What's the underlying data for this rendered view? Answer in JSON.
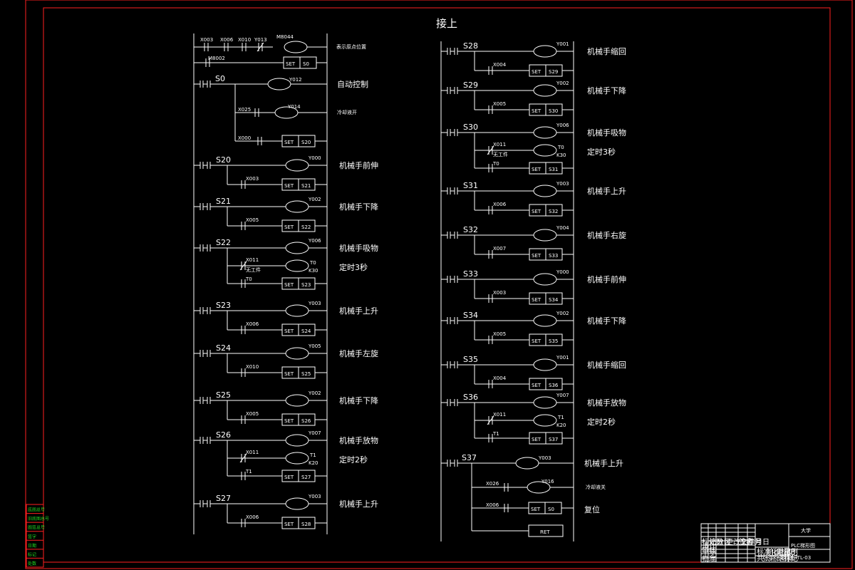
{
  "title": "接上",
  "colors": {
    "background": "#000000",
    "frame": "#ff2020",
    "lines": "#ffffff",
    "text": "#ffffff",
    "side_table": "#22dd22"
  },
  "left": {
    "init": {
      "contacts": [
        "X003",
        "X006",
        "X010",
        "Y013"
      ],
      "m8044": "M8044",
      "m8002": "M8002",
      "set_label": "SET",
      "set_target": "S0",
      "comment": "表示原点位置"
    },
    "rungs": [
      {
        "step": "S0",
        "coil": "Y012",
        "comment": "自动控制",
        "b1_contact": "X025",
        "b1_coil": "Y014",
        "b1_comment": "冷却液开",
        "b2_contact": "X000",
        "b2_target": "S20"
      },
      {
        "step": "S20",
        "coil": "Y000",
        "contact": "X003",
        "target": "S21",
        "comment": "机械手前伸"
      },
      {
        "step": "S21",
        "coil": "Y002",
        "contact": "X005",
        "target": "S22",
        "comment": "机械手下降"
      },
      {
        "step": "S22",
        "coil": "Y006",
        "comment": "机械手吸物",
        "timer_contact": "X011",
        "timer_note": "无工件",
        "timer": "T0",
        "timer_k": "K30",
        "timer_comment": "定时3秒",
        "set_contact": "T0",
        "target": "S23"
      },
      {
        "step": "S23",
        "coil": "Y003",
        "contact": "X006",
        "target": "S24",
        "comment": "机械手上升"
      },
      {
        "step": "S24",
        "coil": "Y005",
        "contact": "X010",
        "target": "S25",
        "comment": "机械手左旋"
      },
      {
        "step": "S25",
        "coil": "Y002",
        "contact": "X005",
        "target": "S26",
        "comment": "机械手下降"
      },
      {
        "step": "S26",
        "coil": "Y007",
        "comment": "机械手放物",
        "timer_contact": "X011",
        "timer": "T1",
        "timer_k": "K20",
        "timer_comment": "定时2秒",
        "set_contact": "T1",
        "target": "S27"
      },
      {
        "step": "S27",
        "coil": "Y003",
        "contact": "X006",
        "target": "S28",
        "comment": "机械手上升"
      }
    ]
  },
  "right": {
    "rungs": [
      {
        "step": "S28",
        "coil": "Y001",
        "contact": "X004",
        "target": "S29",
        "comment": "机械手缩回"
      },
      {
        "step": "S29",
        "coil": "Y002",
        "contact": "X005",
        "target": "S30",
        "comment": "机械手下降"
      },
      {
        "step": "S30",
        "coil": "Y006",
        "comment": "机械手吸物",
        "timer_contact": "X011",
        "timer_note": "无工件",
        "timer": "T0",
        "timer_k": "K30",
        "timer_comment": "定时3秒",
        "set_contact": "T0",
        "target": "S31"
      },
      {
        "step": "S31",
        "coil": "Y003",
        "contact": "X006",
        "target": "S32",
        "comment": "机械手上升"
      },
      {
        "step": "S32",
        "coil": "Y004",
        "contact": "X007",
        "target": "S33",
        "comment": "机械手右旋"
      },
      {
        "step": "S33",
        "coil": "Y000",
        "contact": "X003",
        "target": "S34",
        "comment": "机械手前伸"
      },
      {
        "step": "S34",
        "coil": "Y002",
        "contact": "X005",
        "target": "S35",
        "comment": "机械手下降"
      },
      {
        "step": "S35",
        "coil": "Y001",
        "contact": "X004",
        "target": "S36",
        "comment": "机械手缩回"
      },
      {
        "step": "S36",
        "coil": "Y007",
        "comment": "机械手放物",
        "timer_contact": "X011",
        "timer": "T1",
        "timer_k": "K20",
        "timer_comment": "定时2秒",
        "set_contact": "T1",
        "target": "S37"
      },
      {
        "step": "S37",
        "coil": "Y003",
        "comment": "机械手上升",
        "b1_contact": "X026",
        "b1_coil": "Y016",
        "b1_comment": "冷却液关",
        "b2_contact": "X006",
        "b2_target": "S0",
        "b2_comment": "复位",
        "ret": "RET"
      }
    ]
  },
  "side_table": [
    "底图总号",
    "旧底图总号",
    "图签总号",
    "签字",
    "日期",
    "标记",
    "处数"
  ],
  "title_block": {
    "drawing_name": "PLC梯形图",
    "drawing_code": "PSTL-03",
    "org": "大学",
    "labels": [
      "标记",
      "处数",
      "分区",
      "更改文件号",
      "签名",
      "年月日",
      "设计",
      "审核",
      "工艺",
      "批准",
      "标准化",
      "阶段标记",
      "重量",
      "比例",
      "共",
      "张",
      "第",
      "张",
      "图样",
      "标记"
    ],
    "scale": "1:1"
  }
}
